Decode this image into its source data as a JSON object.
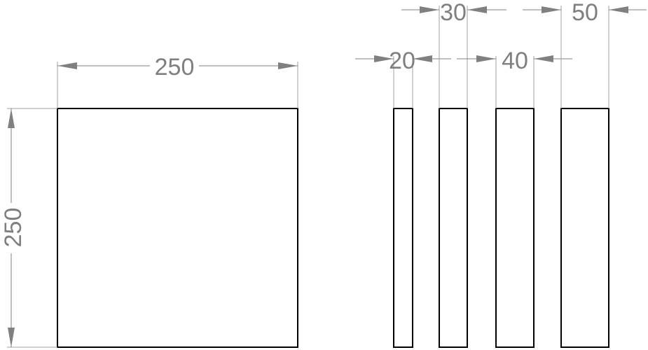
{
  "drawing": {
    "line_color": "#000000",
    "dimension_color": "#808080",
    "square": {
      "width_label": "250",
      "height_label": "250"
    },
    "strips": [
      {
        "width_label": "20"
      },
      {
        "width_label": "30"
      },
      {
        "width_label": "40"
      },
      {
        "width_label": "50"
      }
    ]
  }
}
